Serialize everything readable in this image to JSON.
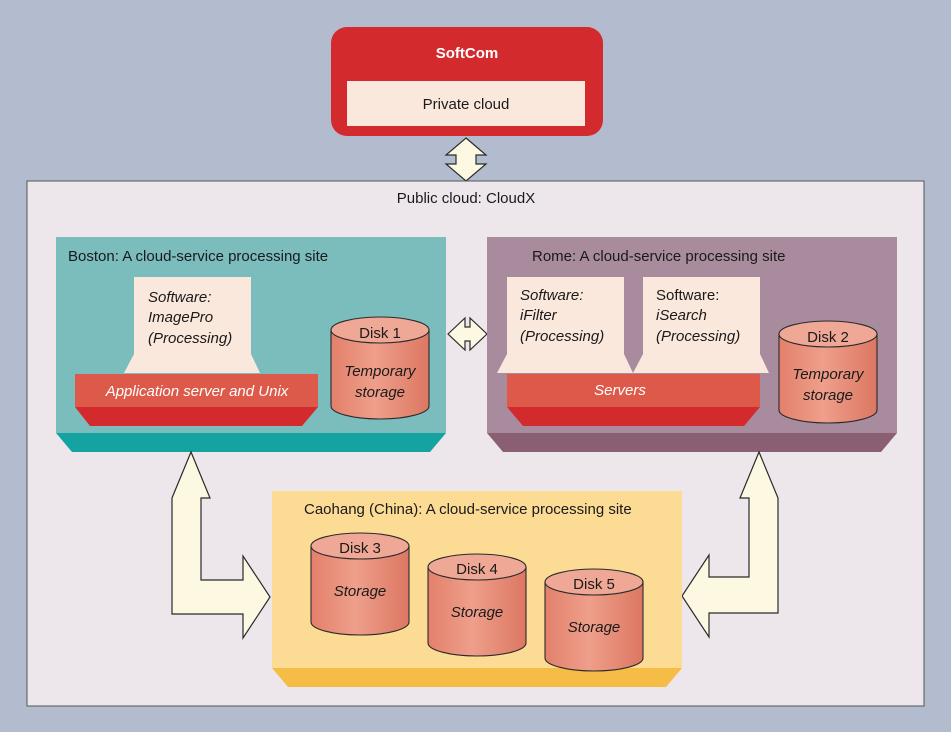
{
  "softcom": {
    "title": "SoftCom",
    "private_cloud": "Private cloud"
  },
  "public_cloud": {
    "label": "Public cloud: CloudX"
  },
  "boston": {
    "title": "Boston: A cloud-service processing site",
    "software": [
      "Software:",
      "ImagePro",
      "(Processing)"
    ],
    "server": "Application server and Unix",
    "disk": {
      "label": "Disk 1",
      "lines": [
        "Temporary",
        "storage"
      ]
    }
  },
  "rome": {
    "title": "Rome: A cloud-service processing site",
    "software_1": [
      "Software:",
      "iFilter",
      "(Processing)"
    ],
    "software_2": [
      "Software:",
      "iSearch",
      "(Processing)"
    ],
    "server": "Servers",
    "disk": {
      "label": "Disk 2",
      "lines": [
        "Temporary",
        "storage"
      ]
    }
  },
  "caohang": {
    "title": "Caohang (China): A cloud-service processing site",
    "disks": [
      {
        "label": "Disk 3",
        "text": "Storage"
      },
      {
        "label": "Disk 4",
        "text": "Storage"
      },
      {
        "label": "Disk 5",
        "text": "Storage"
      }
    ]
  },
  "colors": {
    "background": "#b3bccf",
    "softcom_red": "#d32a2e",
    "cloud_panel": "#ede7ec",
    "boston_teal": "#7bbcbd",
    "boston_floor": "#14a3a0",
    "rome_mauve": "#a88c9d",
    "rome_floor": "#8a5f74",
    "caohang_yellow": "#fcdb94",
    "caohang_floor": "#f5bd46",
    "server_red": "#dd5a4a",
    "disk_salmon": "#ea9480",
    "software_cream": "#fbe8dc",
    "arrow_fill": "#fcf8e2"
  }
}
